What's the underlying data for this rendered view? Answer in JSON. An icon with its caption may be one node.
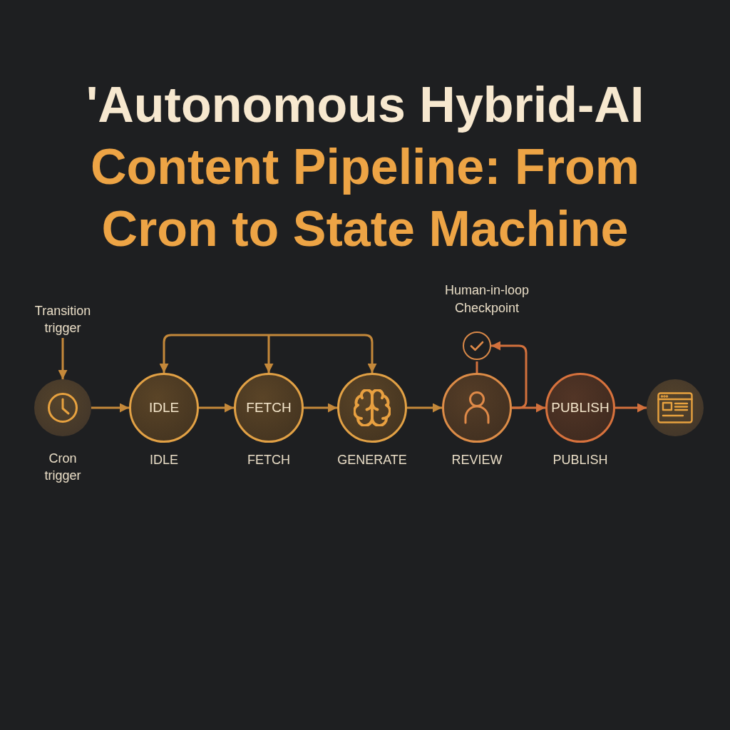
{
  "diagram": {
    "title": "'Autonomous Hybrid-AI Content Pipeline: From Cron to State Machine",
    "nodes": [
      {
        "text": [
          "Transition trigger"
        ]
      },
      {
        "text": [],
        "shape": "circle",
        "beside": [
          "Cron trigger"
        ]
      },
      {
        "text": [
          "IDLE"
        ],
        "beside": [
          "IDLE"
        ]
      },
      {
        "text": [
          "FETCH"
        ],
        "beside": [
          "FETCH"
        ]
      },
      {
        "text": [],
        "shape": "circle",
        "beside": [
          "GENERATE"
        ]
      },
      {
        "text": [],
        "shape": "circle",
        "beside": [
          "REVIEW"
        ]
      },
      {
        "text": [],
        "shape": "circle",
        "beside": [
          "Human-in-loop Checkpoint"
        ]
      },
      {
        "text": [
          "PUBLISH"
        ],
        "beside": [
          "PUBLISH"
        ]
      },
      {
        "text": [],
        "shape": "circle"
      }
    ],
    "edges": [
      {
        "from": 0,
        "to": 1,
        "arrow": "to"
      },
      {
        "from": 1,
        "to": 2,
        "arrow": "to"
      },
      {
        "from": 2,
        "to": 3,
        "arrow": "to"
      },
      {
        "from": 3,
        "to": 4,
        "arrow": "to"
      },
      {
        "from": 4,
        "to": 5,
        "arrow": "to"
      },
      {
        "from": 5,
        "to": 7,
        "arrow": "to",
        "color": "#d2703c"
      },
      {
        "from": 7,
        "to": 8,
        "arrow": "to",
        "color": "#d2703c"
      },
      {
        "from": 2,
        "to": 4,
        "arrow": "both"
      },
      {
        "from": null,
        "to": 3,
        "arrow": "to"
      },
      {
        "from": 5,
        "to": 6,
        "arrow": "none",
        "color": "#d2703c"
      },
      {
        "from": 5,
        "to": 6,
        "arrow": "to",
        "color": "#d2703c"
      }
    ]
  }
}
